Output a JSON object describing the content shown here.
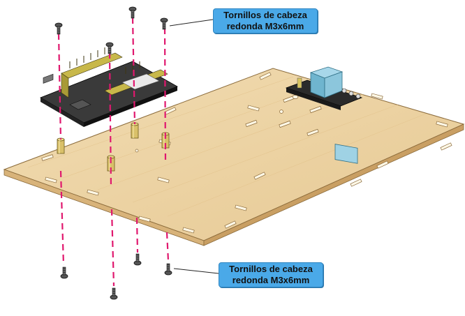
{
  "callouts": {
    "top": {
      "line1": "Tornillos de cabeza",
      "line2": "redonda M3x6mm"
    },
    "bottom": {
      "line1": "Tornillos de cabeza",
      "line2": "redonda M3x6mm"
    }
  },
  "colors": {
    "board": "#ecd3a4",
    "board_edge": "#c99f63",
    "guide": "#e0186e",
    "callout": "#4aa9e8",
    "pcb": "#2b2b2b",
    "header_pins": "#c8b84a",
    "relay_body": "#7fc1d9",
    "screw": "#3a3a3a"
  },
  "icons": [
    "screw-icon",
    "standoff-icon",
    "microcontroller-board",
    "relay-module"
  ]
}
